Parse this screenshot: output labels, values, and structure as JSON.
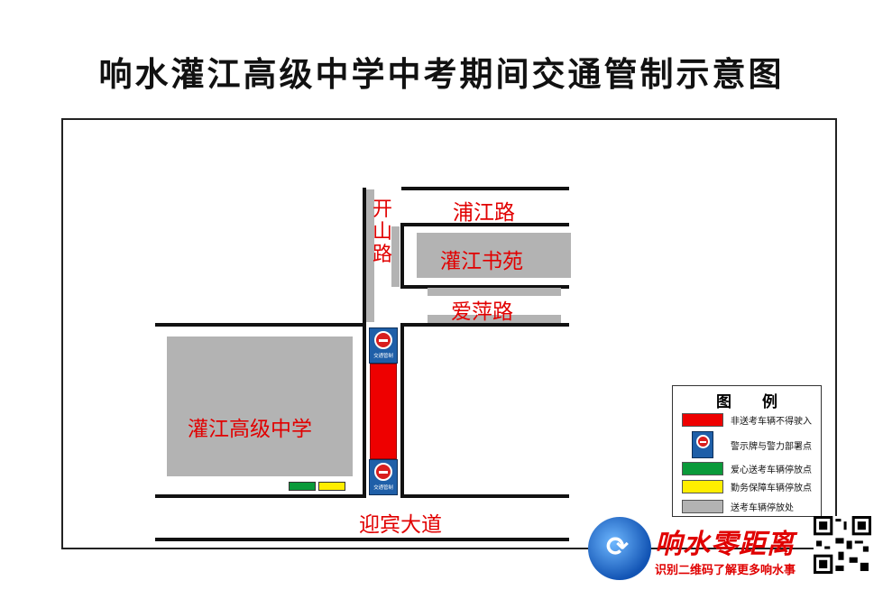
{
  "title": "响水灌江高级中学中考期间交通管制示意图",
  "map": {
    "roads": {
      "pujiang": "浦江路",
      "kaishan": "开山路",
      "aiping": "爱萍路",
      "yingbin": "迎宾大道"
    },
    "buildings": {
      "guanjiang_shuyuan": "灌江书苑",
      "school": "灌江高级中学"
    },
    "signs": [
      {
        "icon": "no-entry-icon",
        "text": "交通管制"
      },
      {
        "icon": "no-entry-icon",
        "text": "交通管制"
      }
    ],
    "colors": {
      "closed_zone": "#ee0000",
      "caring_parking": "#0a9a3a",
      "service_parking": "#ffee00",
      "dropoff": "#b3b3b3",
      "sign_blue": "#1f5fa8"
    }
  },
  "legend": {
    "title": "图 例",
    "items": [
      {
        "label": "非送考车辆不得驶入",
        "color": "#ee0000"
      },
      {
        "label": "警示牌与警力部署点",
        "icon": "traffic-control-sign-icon"
      },
      {
        "label": "爱心送考车辆停放点",
        "color": "#0a9a3a"
      },
      {
        "label": "勤务保障车辆停放点",
        "color": "#ffee00"
      },
      {
        "label": "送考车辆停放处",
        "color": "#b3b3b3"
      }
    ]
  },
  "watermark": {
    "title": "响水零距离",
    "subtitle": "识别二维码了解更多响水事"
  }
}
